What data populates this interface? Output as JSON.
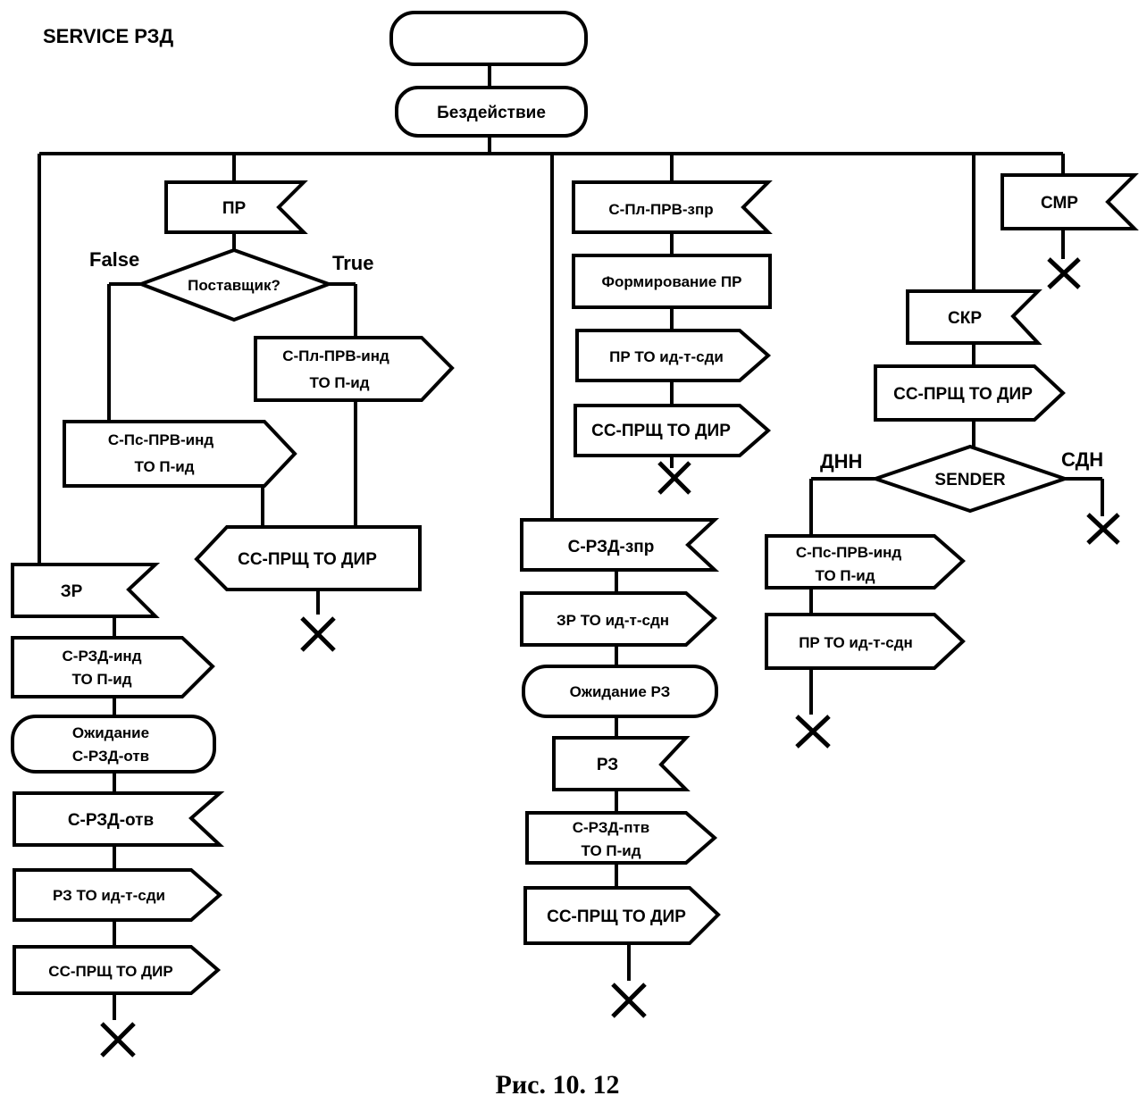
{
  "title": "SERVICE РЗД",
  "caption": "Рис. 10. 12",
  "nodes": {
    "start": "",
    "idle": "Бездействие",
    "pr_in": "ПР",
    "supplier": "Поставщик?",
    "supplier_false": "False",
    "supplier_true": "True",
    "c_pl_prv_ind_1": "С-Пл-ПРВ-инд",
    "c_pl_prv_ind_2": "ТО П-ид",
    "c_ps_prv_ind_left_1": "С-Пс-ПРВ-инд",
    "c_ps_prv_ind_left_2": "ТО П-ид",
    "ss_prsch_dir_mid": "СС-ПРЩ ТО ДИР",
    "zr_in": "ЗР",
    "c_rzd_ind_1": "С-РЗД-инд",
    "c_rzd_ind_2": "ТО П-ид",
    "wait_rzd_otv_1": "Ожидание",
    "wait_rzd_otv_2": "С-РЗД-отв",
    "c_rzd_otv_in": "С-РЗД-отв",
    "rz_to_id": "РЗ ТО ид-т-сди",
    "ss_prsch_dir_left": "СС-ПРЩ ТО ДИР",
    "c_pl_prv_zpr": "С-Пл-ПРВ-зпр",
    "form_pr": "Формирование ПР",
    "pr_to_id_t": "ПР ТО ид-т-сди",
    "ss_prsch_dir_c3": "СС-ПРЩ ТО ДИР",
    "c_rzd_zpr": "С-РЗД-зпр",
    "zr_to_id": "ЗР ТО ид-т-сдн",
    "wait_rz": "Ожидание РЗ",
    "rz_in": "РЗ",
    "c_rzd_ptv_1": "С-РЗД-птв",
    "c_rzd_ptv_2": "ТО П-ид",
    "ss_prsch_dir_c4": "СС-ПРЩ ТО ДИР",
    "smr_in": "СМР",
    "skr_in": "СКР",
    "ss_prsch_dir_right": "СС-ПРЩ ТО ДИР",
    "sender": "SENDER",
    "sender_dnn": "ДНН",
    "sender_sdn": "СДН",
    "c_ps_prv_ind_right_1": "С-Пс-ПРВ-инд",
    "c_ps_prv_ind_right_2": "ТО П-ид",
    "pr_to_id_sdn": "ПР ТО ид-т-сдн"
  }
}
